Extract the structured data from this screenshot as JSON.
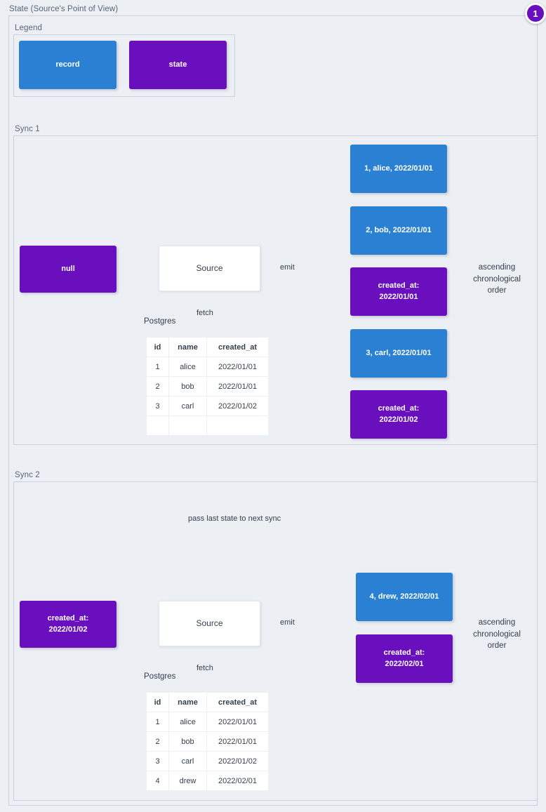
{
  "diagram": {
    "title": "State (Source's Point of View)",
    "step_badge": "1",
    "accent_record": "#2a80d2",
    "accent_state": "#6a0fbe",
    "background": "#eceff4"
  },
  "legend": {
    "label": "Legend",
    "items": [
      {
        "label": "record",
        "kind": "record"
      },
      {
        "label": "state",
        "kind": "state"
      }
    ]
  },
  "sync1": {
    "label": "Sync 1",
    "state_in": "null",
    "source": "Source",
    "fetch_label": "fetch",
    "emit_label": "emit",
    "db_label": "Postgres",
    "order_label": "ascending\nchronological\norder",
    "table": {
      "columns": [
        "id",
        "name",
        "created_at"
      ],
      "rows": [
        [
          "1",
          "alice",
          "2022/01/01"
        ],
        [
          "2",
          "bob",
          "2022/01/01"
        ],
        [
          "3",
          "carl",
          "2022/01/02"
        ],
        [
          "",
          "",
          ""
        ]
      ]
    },
    "emitted": [
      {
        "kind": "record",
        "text": "1, alice, 2022/01/01"
      },
      {
        "kind": "record",
        "text": "2, bob, 2022/01/01"
      },
      {
        "kind": "state",
        "text": "created_at:\n2022/01/01"
      },
      {
        "kind": "record",
        "text": "3, carl, 2022/01/01"
      },
      {
        "kind": "state",
        "text": "created_at:\n2022/01/02"
      }
    ]
  },
  "sync2": {
    "label": "Sync 2",
    "state_in": "created_at:\n2022/01/02",
    "source": "Source",
    "fetch_label": "fetch",
    "emit_label": "emit",
    "db_label": "Postgres",
    "pass_label": "pass last state to next sync",
    "order_label": "ascending\nchronological\norder",
    "table": {
      "columns": [
        "id",
        "name",
        "created_at"
      ],
      "rows": [
        [
          "1",
          "alice",
          "2022/01/01"
        ],
        [
          "2",
          "bob",
          "2022/01/01"
        ],
        [
          "3",
          "carl",
          "2022/01/02"
        ],
        [
          "4",
          "drew",
          "2022/02/01"
        ]
      ]
    },
    "emitted": [
      {
        "kind": "record",
        "text": "4, drew, 2022/02/01"
      },
      {
        "kind": "state",
        "text": "created_at:\n2022/02/01"
      }
    ]
  }
}
